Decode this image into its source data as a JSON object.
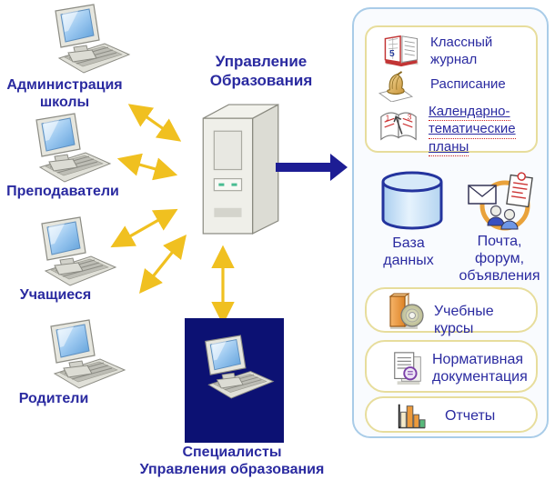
{
  "diagram_title": "Управление\nОбразования",
  "left_nodes": [
    {
      "id": "administration",
      "label": "Администрация\nшколы"
    },
    {
      "id": "teachers",
      "label": "Преподаватели"
    },
    {
      "id": "students",
      "label": "Учащиеся"
    },
    {
      "id": "parents",
      "label": "Родители"
    }
  ],
  "specialists": {
    "label": "Специалисты\nУправления образования"
  },
  "panel": {
    "services": [
      {
        "icon": "class-journal-icon",
        "label": "Классный\nжурнал"
      },
      {
        "icon": "schedule-bell-icon",
        "label": "Расписание"
      },
      {
        "icon": "calendar-plans-icon",
        "lines": [
          "Календарно-",
          "тематические",
          "планы"
        ]
      }
    ],
    "database": {
      "label": "База\nданных"
    },
    "communication": {
      "label": "Почта,\nфорум,\nобъявления"
    },
    "pills": [
      {
        "icon": "courses-icon",
        "label": "Учебные курсы"
      },
      {
        "icon": "documents-icon",
        "label": "Нормативная\nдокументация"
      },
      {
        "icon": "reports-icon",
        "label": "Отчеты"
      }
    ]
  },
  "colors": {
    "label_text": "#2A2AA0",
    "arrow_yellow": "#F0C020",
    "arrow_blue": "#1D1D94",
    "panel_border": "#A9CCE8",
    "service_box_border": "#E7DD9C",
    "specialists_box_bg": "#0C1173",
    "database_blue": "#24349E"
  }
}
